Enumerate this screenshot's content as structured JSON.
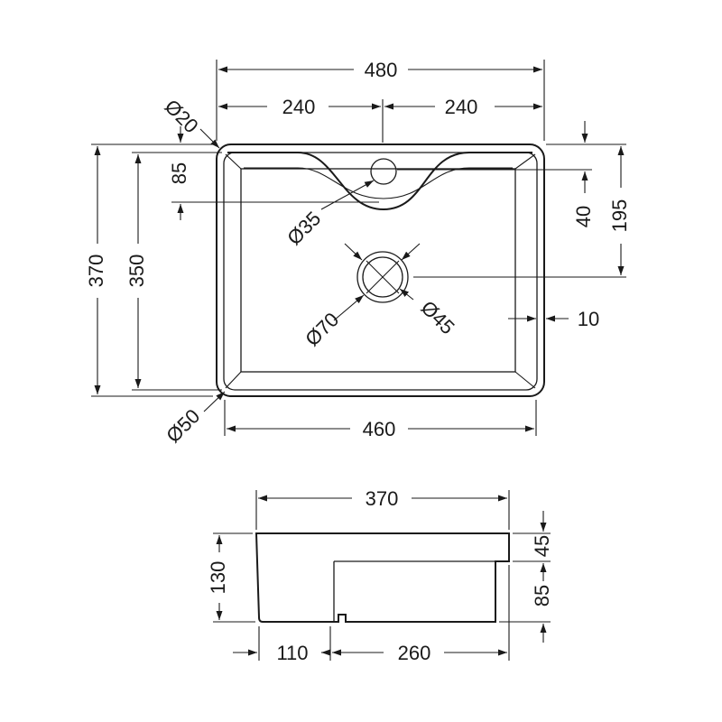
{
  "colors": {
    "line": "#1a1a1a",
    "background": "#ffffff"
  },
  "top_view": {
    "overall_width": "480",
    "half_width_left": "240",
    "half_width_right": "240",
    "corner_radius": "Ø20",
    "overflow_depth": "85",
    "tap_hole": "Ø35",
    "outer_depth": "370",
    "inner_depth": "350",
    "tap_offset": "40",
    "waste_offset": "195",
    "waste_outer": "Ø70",
    "waste_inner": "Ø45",
    "rim_width": "10",
    "bowl_corner_radius": "Ø50",
    "inner_width": "460"
  },
  "side_view": {
    "overall_depth": "370",
    "height": "130",
    "rim_height": "45",
    "bowl_height": "85",
    "front_depth": "110",
    "bowl_depth": "260"
  }
}
